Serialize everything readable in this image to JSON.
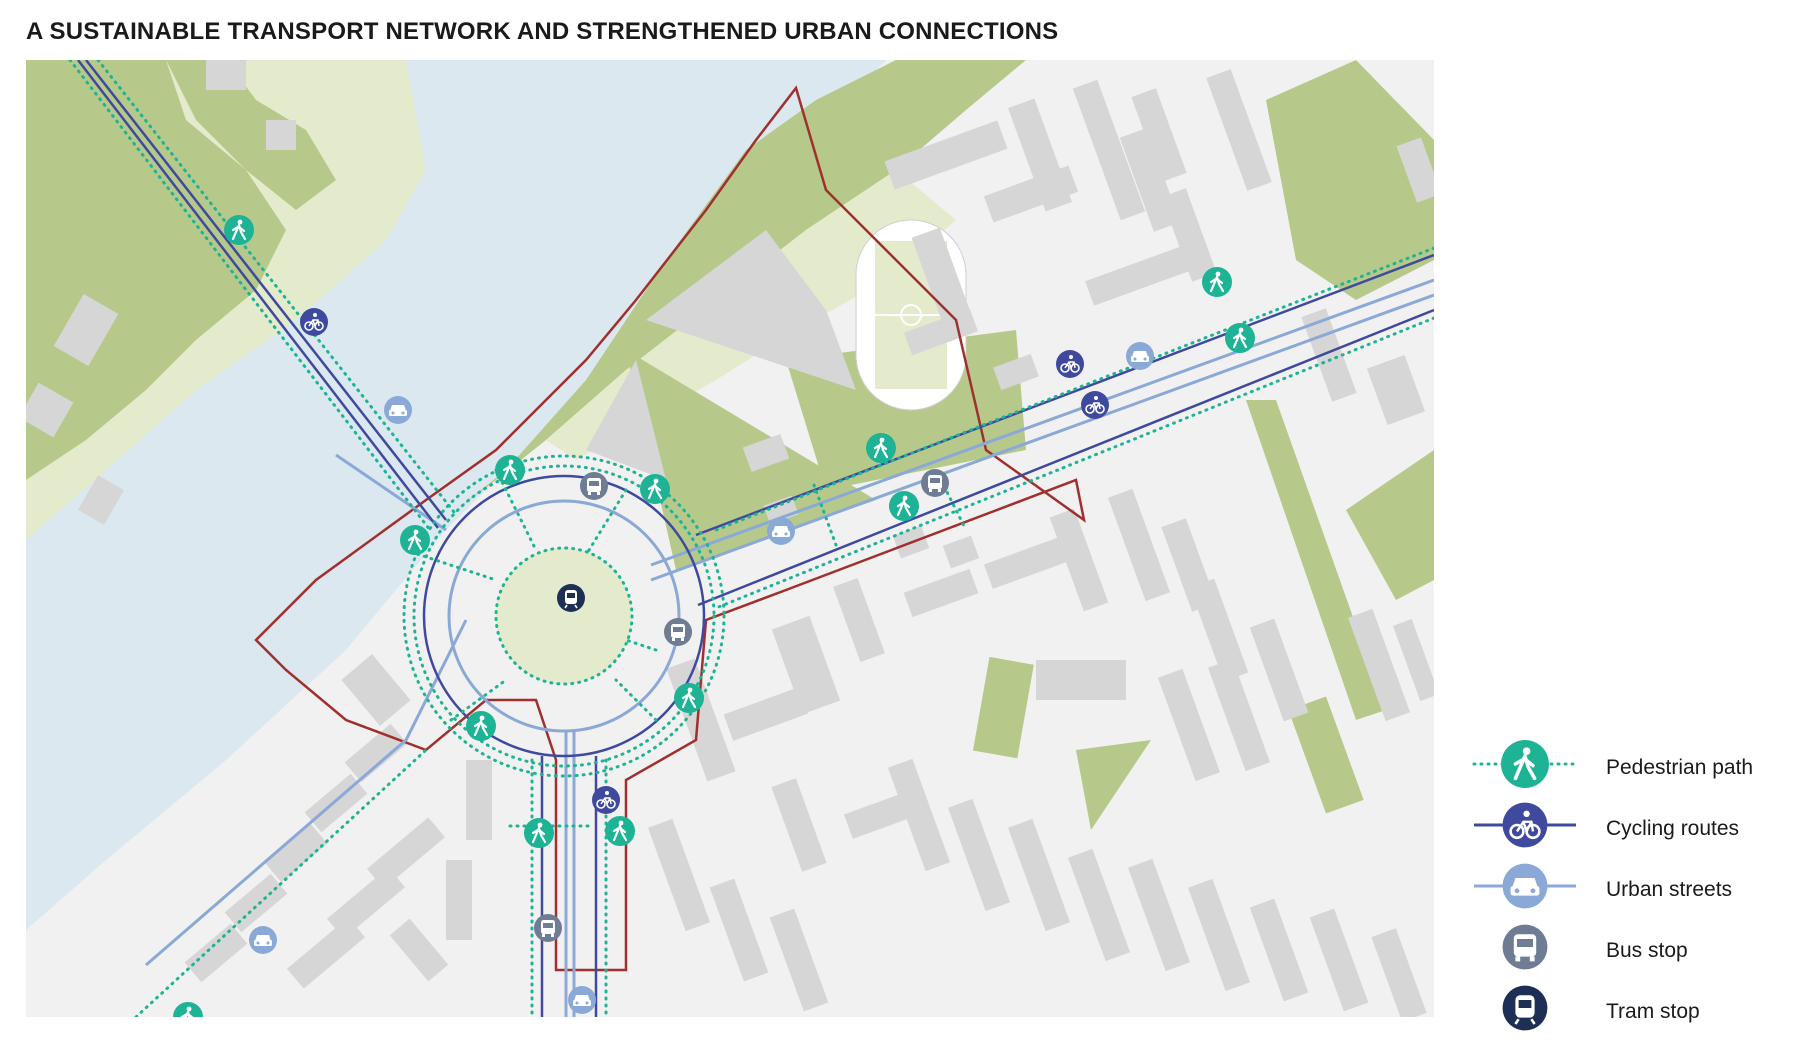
{
  "title": "A SUSTAINABLE TRANSPORT NETWORK AND STRENGTHENED URBAN CONNECTIONS",
  "legend": {
    "items": [
      {
        "label": "Pedestrian path",
        "icon": "pedestrian-icon",
        "line": "dotted"
      },
      {
        "label": "Cycling routes",
        "icon": "bicycle-icon",
        "line": "solid"
      },
      {
        "label": "Urban streets",
        "icon": "car-icon",
        "line": "solid"
      },
      {
        "label": "Bus stop",
        "icon": "bus-icon",
        "line": "none"
      },
      {
        "label": "Tram stop",
        "icon": "tram-icon",
        "line": "none"
      }
    ]
  },
  "colors": {
    "pedestrian": "#1db394",
    "cycling": "#3f4a9e",
    "urban_street": "#8aa9d6",
    "bus": "#6e7c94",
    "tram": "#1d2f55",
    "water": "#dbe8ef",
    "park_dark": "#b6c98a",
    "park_light": "#e4ebcd",
    "building": "#d6d6d6",
    "ground": "#f1f1f1",
    "boundary": "#a0302e"
  }
}
